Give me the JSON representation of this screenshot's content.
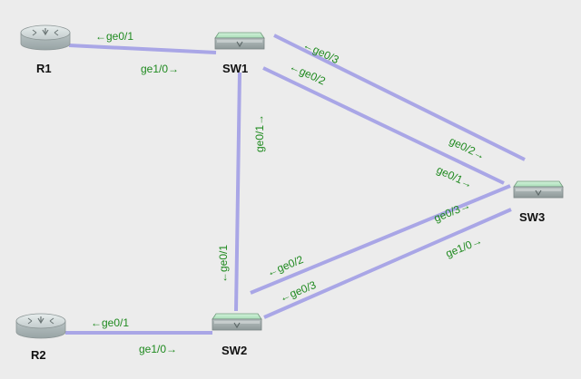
{
  "devices": {
    "r1": {
      "label": "R1",
      "type": "router",
      "icon": "router-icon"
    },
    "r2": {
      "label": "R2",
      "type": "router",
      "icon": "router-icon"
    },
    "sw1": {
      "label": "SW1",
      "type": "switch",
      "icon": "switch-icon"
    },
    "sw2": {
      "label": "SW2",
      "type": "switch",
      "icon": "switch-icon"
    },
    "sw3": {
      "label": "SW3",
      "type": "switch",
      "icon": "switch-icon"
    }
  },
  "links": [
    {
      "from": "R1",
      "to": "SW1",
      "ports": [
        "←ge0/1",
        "ge1/0→"
      ]
    },
    {
      "from": "SW1",
      "to": "SW3",
      "ports": [
        "←ge0/3",
        "ge0/2→"
      ]
    },
    {
      "from": "SW1",
      "to": "SW3",
      "ports": [
        "←ge0/2",
        "ge0/1→"
      ]
    },
    {
      "from": "SW1",
      "to": "SW2",
      "ports": [
        "ge0/1→",
        "←ge0/1"
      ]
    },
    {
      "from": "SW2",
      "to": "SW3",
      "ports": [
        "←ge0/2",
        "ge0/3→"
      ]
    },
    {
      "from": "SW2",
      "to": "SW3",
      "ports": [
        "←ge0/3",
        "ge1/0→"
      ]
    },
    {
      "from": "R2",
      "to": "SW2",
      "ports": [
        "←ge0/1",
        "ge1/0→"
      ]
    }
  ],
  "colors": {
    "background": "#ececec",
    "link": "#a9a6e6",
    "port_label": "#1f8a1f",
    "router_body": "#b9c3c4",
    "switch_body": "#a6ddb5"
  }
}
